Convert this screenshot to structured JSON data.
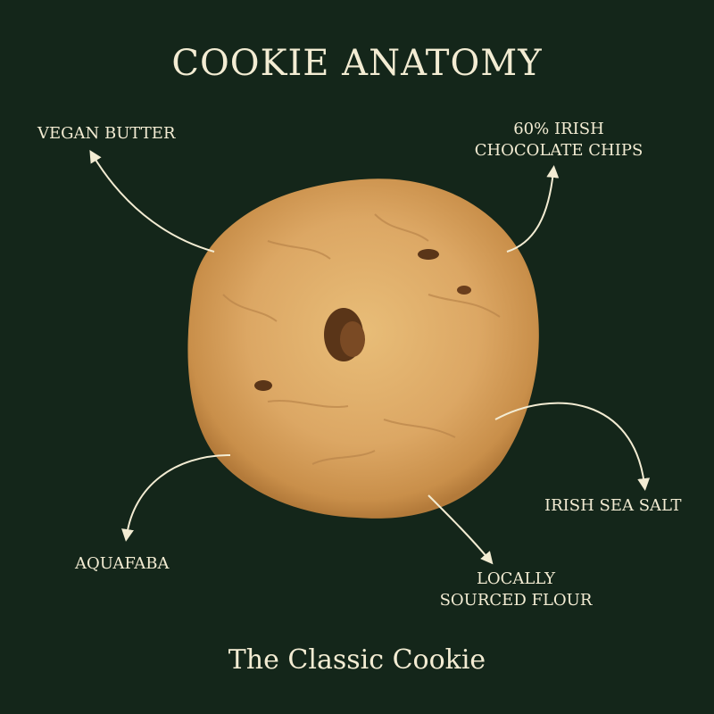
{
  "title": "COOKIE ANATOMY",
  "subtitle": "The Classic Cookie",
  "labels": {
    "vegan_butter": "VEGAN BUTTER",
    "chocolate_chips_line1": "60% IRISH",
    "chocolate_chips_line2": "CHOCOLATE CHIPS",
    "sea_salt": "IRISH SEA SALT",
    "aquafaba": "AQUAFABA",
    "flour_line1": "LOCALLY",
    "flour_line2": "SOURCED FLOUR"
  },
  "colors": {
    "background": "#14261a",
    "text": "#f3ecd3",
    "cookie": "#dba863"
  }
}
